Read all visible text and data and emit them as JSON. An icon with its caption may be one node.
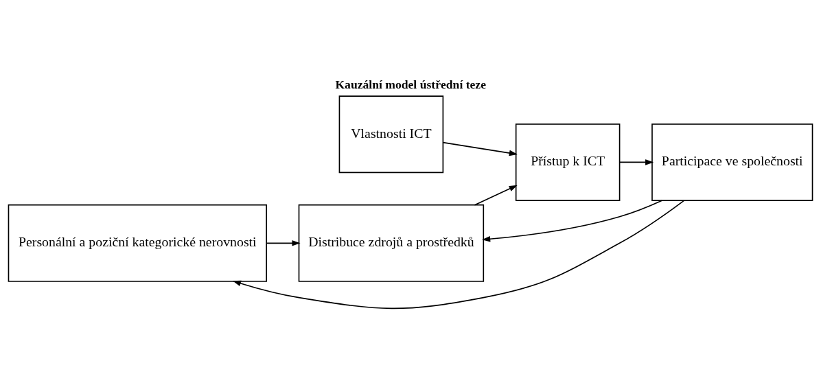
{
  "diagram": {
    "title": "Kauzální model ústřední teze",
    "nodes": [
      {
        "text": [
          "Vlastnosti ICT"
        ]
      },
      {
        "text": [
          "Personální a poziční kategorické nerovnosti"
        ]
      },
      {
        "text": [
          "Distribuce zdrojů a prostředků"
        ]
      },
      {
        "text": [
          "Přístup k ICT"
        ]
      },
      {
        "text": [
          "Participace ve společnosti"
        ]
      }
    ],
    "edges": [
      {
        "from": 1,
        "to": 2,
        "arrow": "to"
      },
      {
        "from": 2,
        "to": 3,
        "arrow": "to"
      },
      {
        "from": 0,
        "to": 3,
        "arrow": "to"
      },
      {
        "from": 3,
        "to": 4,
        "arrow": "to"
      },
      {
        "from": 4,
        "to": 1,
        "arrow": "to"
      },
      {
        "from": 4,
        "to": 2,
        "arrow": "to"
      }
    ]
  }
}
